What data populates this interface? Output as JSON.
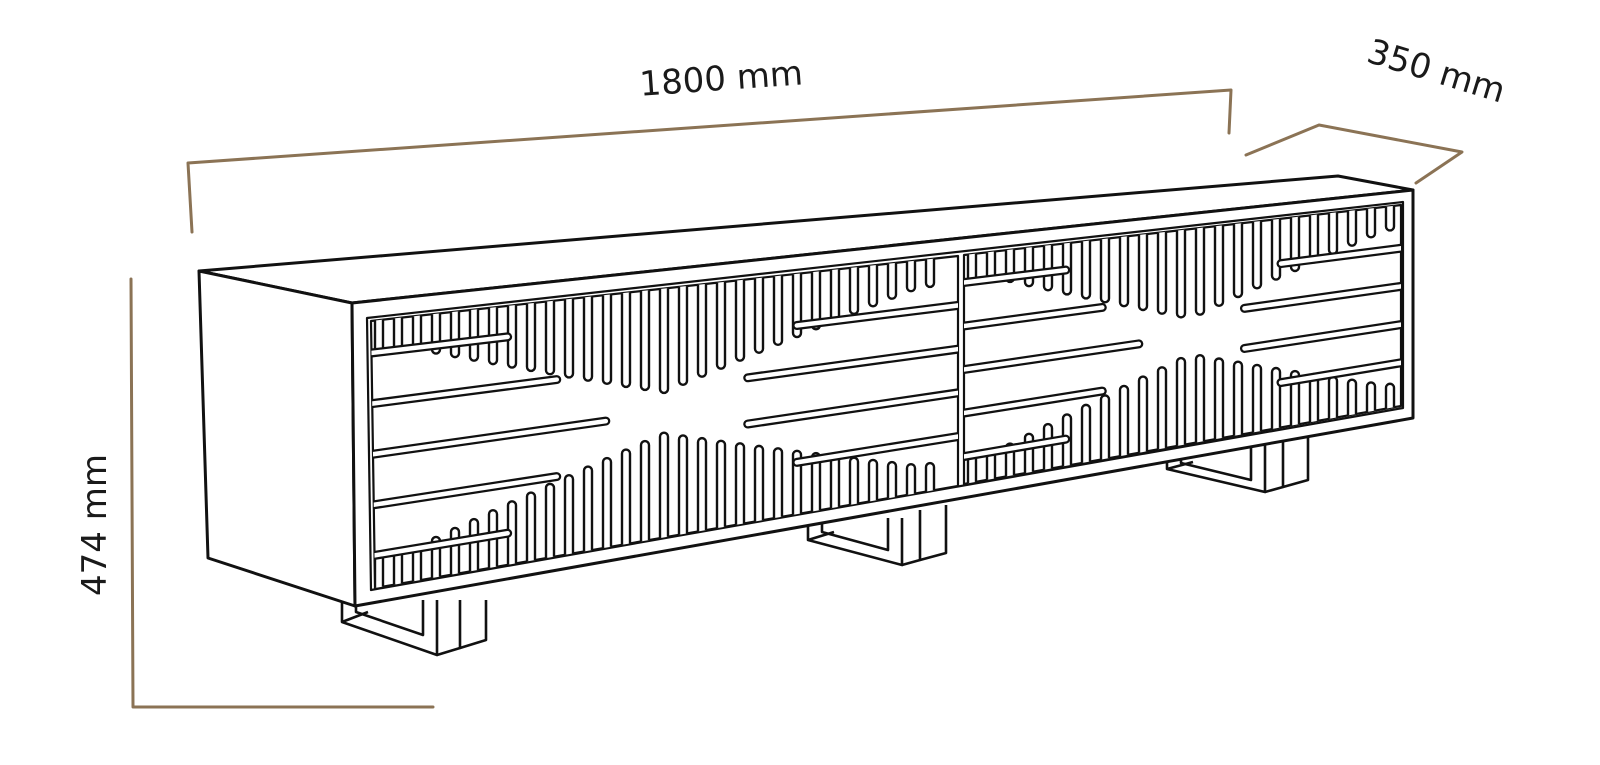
{
  "dimensions": {
    "width": "1800 mm",
    "depth": "350 mm",
    "height": "474 mm"
  },
  "colors": {
    "dimension_line": "#8b7355",
    "outline": "#111111",
    "background": "#ffffff"
  }
}
